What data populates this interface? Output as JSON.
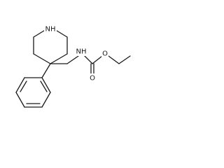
{
  "molecule": {
    "atoms": {
      "piperidine_nitrogen": "NH",
      "carbamate_nitrogen": "NH",
      "carbonyl_oxygen": "O",
      "ester_oxygen": "O"
    }
  }
}
